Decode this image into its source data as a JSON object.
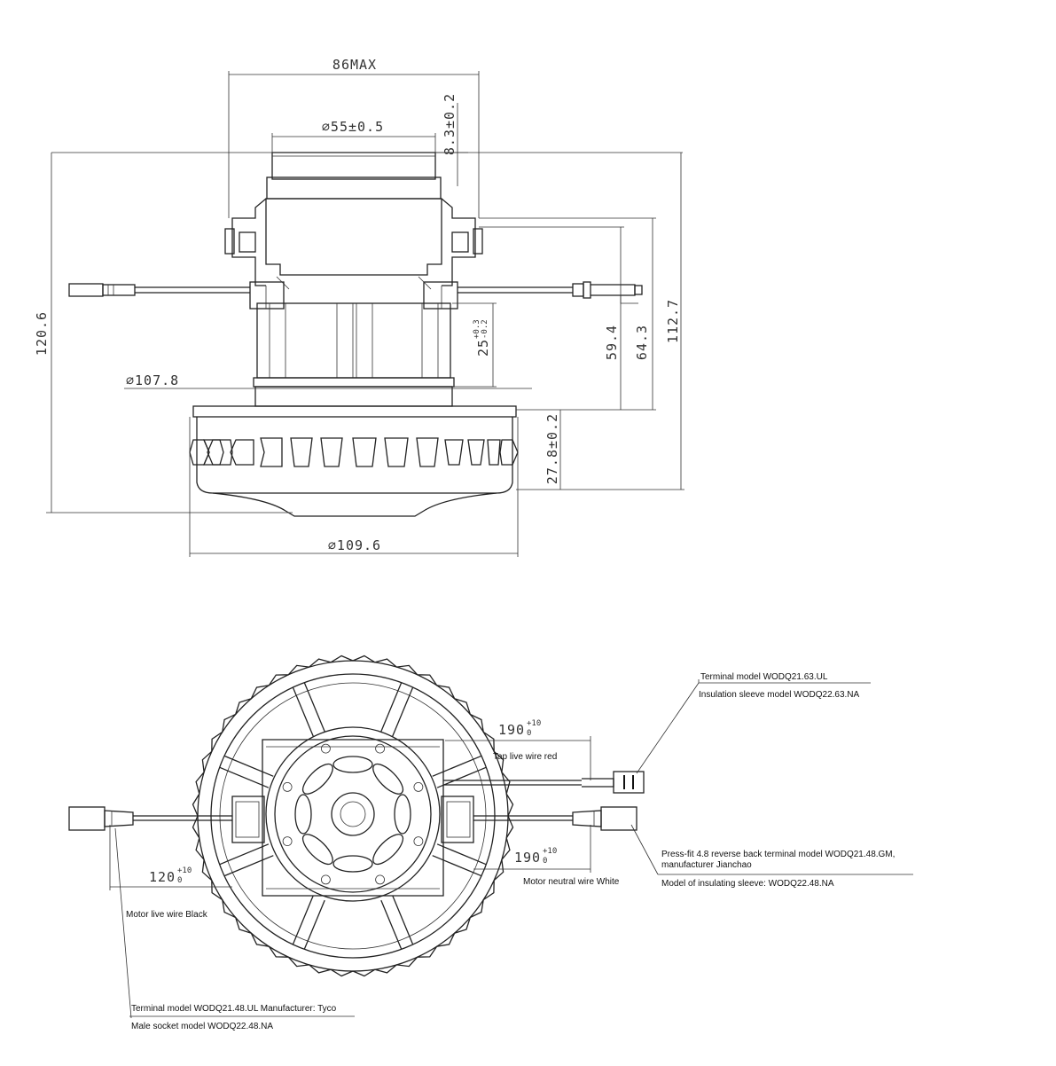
{
  "side_view": {
    "dims": {
      "width_max": "86MAX",
      "top_diameter": "⌀55±0.5",
      "top_height": "8.3±0.2",
      "total_height": "120.6",
      "mid_diameter": "⌀107.8",
      "base_diameter": "⌀109.6",
      "h_59": "59.4",
      "h_64": "64.3",
      "h_112": "112.7",
      "fan_height": "27.8±0.2",
      "h_25": "25",
      "h_25_tol_upper": "+0.3",
      "h_25_tol_lower": "-0.2"
    }
  },
  "bottom_view": {
    "dims": {
      "len_190_top": "190",
      "len_190_bottom": "190",
      "len_120": "120",
      "tol_upper": "+10",
      "tol_lower": "0"
    },
    "labels": {
      "terminal_top": "Terminal model WODQ21.63.UL",
      "insulation_top": "Insulation sleeve model WODQ22.63.NA",
      "tap_wire": "Tap live wire red",
      "press_fit_1": "Press-fit 4.8 reverse back terminal model WODQ21.48.GM,",
      "press_fit_2": "manufacturer Jianchao",
      "neutral_wire": "Motor neutral wire   White",
      "insulating_sleeve": "Model of insulating sleeve: WODQ22.48.NA",
      "live_black": "Motor live wire Black",
      "terminal_bottom": "Terminal model WODQ21.48.UL Manufacturer: Tyco",
      "male_socket": "Male socket model WODQ22.48.NA"
    }
  }
}
